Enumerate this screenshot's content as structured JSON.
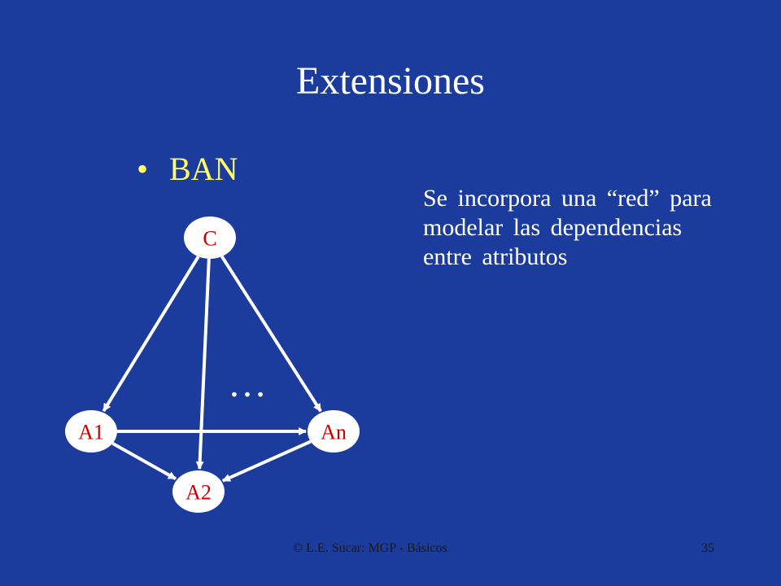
{
  "slide": {
    "title": "Extensiones",
    "bullet_symbol": "•",
    "bullet": "BAN",
    "description": "Se incorpora una “red” para modelar las dependencias entre atributos",
    "footer_left": "© L.E. Sucar: MGP - Básicos",
    "page_number": "35"
  },
  "diagram": {
    "nodes": [
      {
        "id": "C",
        "label": "C"
      },
      {
        "id": "A1",
        "label": "A1"
      },
      {
        "id": "An",
        "label": "An"
      },
      {
        "id": "A2",
        "label": "A2"
      }
    ],
    "edges": [
      {
        "from": "C",
        "to": "A1"
      },
      {
        "from": "C",
        "to": "A2"
      },
      {
        "from": "C",
        "to": "An"
      },
      {
        "from": "A1",
        "to": "An"
      },
      {
        "from": "A1",
        "to": "A2"
      },
      {
        "from": "An",
        "to": "A2"
      }
    ],
    "ellipsis": "…"
  },
  "colors": {
    "background": "#1b3c9d",
    "title": "#ffffff",
    "bullet": "#ffff66",
    "node_fill": "#ffffff",
    "node_label": "#cc0000",
    "edge": "#ffffff"
  }
}
